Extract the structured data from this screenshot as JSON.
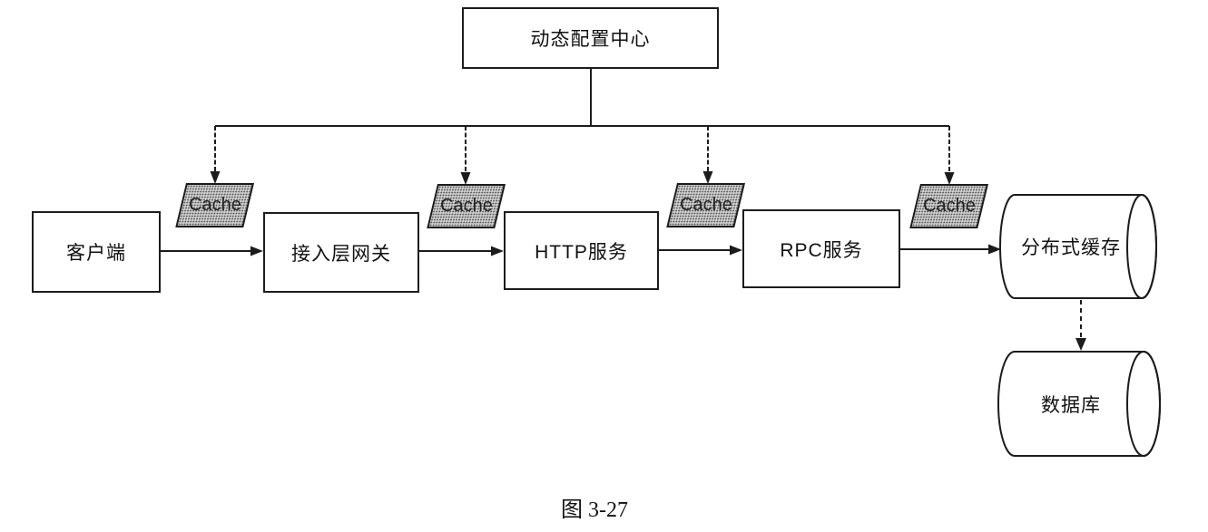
{
  "figure": {
    "caption": "图 3-27",
    "config_center": {
      "id": "config",
      "label": "动态配置中心"
    },
    "flow_nodes": [
      {
        "id": "client",
        "label": "客户端"
      },
      {
        "id": "gateway",
        "label": "接入层网关"
      },
      {
        "id": "http",
        "label": "HTTP服务"
      },
      {
        "id": "rpc",
        "label": "RPC服务"
      }
    ],
    "caches": [
      {
        "id": "cache-1",
        "label": "Cache"
      },
      {
        "id": "cache-2",
        "label": "Cache"
      },
      {
        "id": "cache-3",
        "label": "Cache"
      },
      {
        "id": "cache-4",
        "label": "Cache"
      }
    ],
    "cylinders": [
      {
        "id": "cache-store",
        "label": "分布式缓存"
      },
      {
        "id": "database",
        "label": "数据库"
      }
    ],
    "edges": [
      {
        "from": "config",
        "to": "cache-1",
        "style": "dashed-stem-arrow"
      },
      {
        "from": "config",
        "to": "cache-2",
        "style": "dashed-stem-arrow"
      },
      {
        "from": "config",
        "to": "cache-3",
        "style": "dashed-stem-arrow"
      },
      {
        "from": "config",
        "to": "cache-4",
        "style": "dashed-stem-arrow"
      },
      {
        "from": "client",
        "to": "gateway",
        "style": "solid-arrow"
      },
      {
        "from": "gateway",
        "to": "http",
        "style": "solid-arrow"
      },
      {
        "from": "http",
        "to": "rpc",
        "style": "solid-arrow"
      },
      {
        "from": "rpc",
        "to": "cache-store",
        "style": "solid-arrow"
      },
      {
        "from": "cache-store",
        "to": "database",
        "style": "dashed-arrow"
      }
    ],
    "colors": {
      "line": "#1c1c1c",
      "box_background": "#ffffff",
      "cache_fill": "#d4d4d4",
      "cache_dot": "#565656",
      "page_background": "#ffffff",
      "text": "#111111"
    }
  }
}
